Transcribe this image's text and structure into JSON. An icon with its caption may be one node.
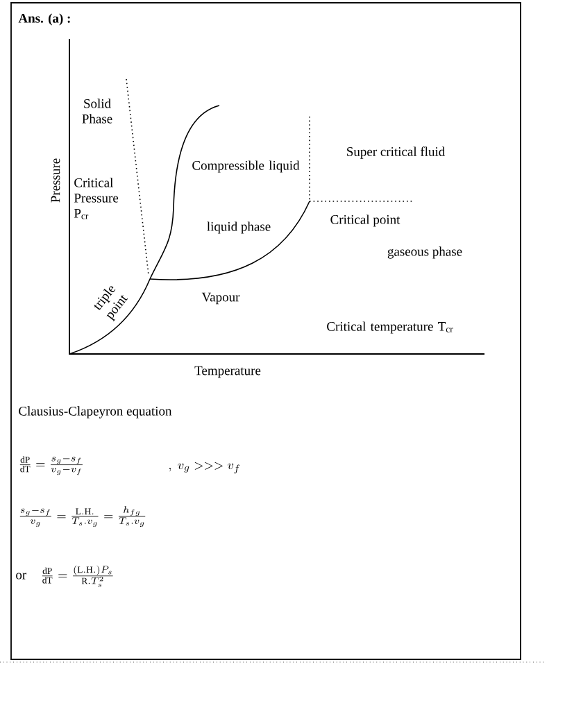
{
  "diagram": {
    "labels": [
      "Ans. (a) :",
      "Solid Phase",
      "Critical Pressure P$_{cr}$",
      "Pressure",
      "Compressible liquid",
      "Super critical fluid",
      "liquid phase",
      "Critical point",
      "gaseous phase",
      "triple point",
      "Vapour",
      "Critical temperature T$_{cr}$",
      "Temperature",
      "Clausius-Clapeyron  equation",
      "\\frac{\\mathrm{dP}}{\\mathrm{dT}}=\\frac{s_g-s_f}{v_g-v_f}",
      ",\\; v_g >>> v_f",
      "\\frac{s_g-s_f}{v_g}=\\frac{\\mathrm{L.H.}}{T_s.v_g}=\\frac{h_{fg}}{T_s.v_g}",
      "or",
      "\\frac{\\mathrm{dP}}{\\mathrm{dT}}=\\frac{(\\mathrm{L.H.})P_s}{\\mathrm{R}.T_s^2}"
    ]
  }
}
